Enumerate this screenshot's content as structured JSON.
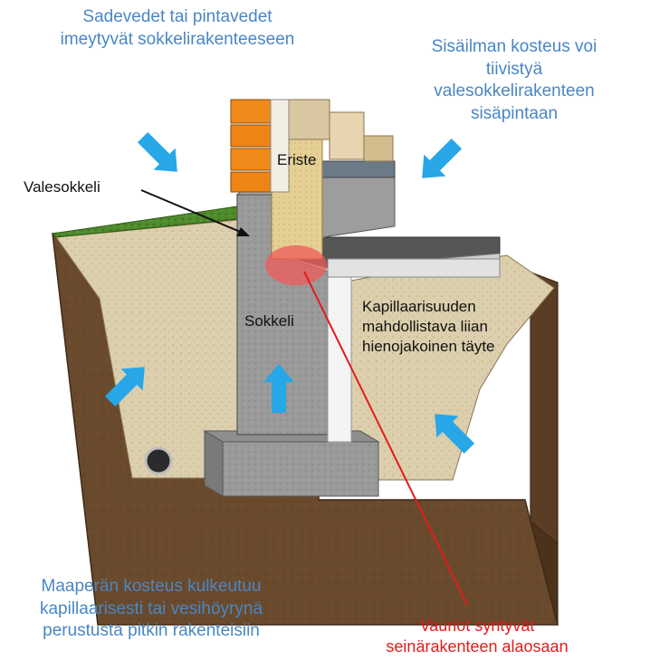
{
  "labels": {
    "top_left": [
      "Sadevedet tai pintavedet",
      "imeytyvät sokkelirakenteeseen"
    ],
    "top_right": [
      "Sisäilman kosteus voi",
      "tiivistyä",
      "valesokkelirakenteen",
      "sisäpintaan"
    ],
    "valesokkeli": "Valesokkeli",
    "eriste": "Eriste",
    "sokkeli": "Sokkeli",
    "kapillaari": [
      "Kapillaarisuuden",
      "mahdollistava liian",
      "hienojakoinen täyte"
    ],
    "bottom_left": [
      "Maaperän kosteus kulkeutuu",
      "kapillaarisesti tai vesihöyrynä",
      "perustusta pitkin rakenteisiin"
    ],
    "bottom_right": [
      "Vauriot syntyvät",
      "seinärakenteen alaosaan"
    ]
  },
  "colors": {
    "label_blue": "#4a86c5",
    "label_red": "#e31b1b",
    "arrow_blue": "#27a6e8",
    "damage_highlight": "#f05a5a"
  }
}
